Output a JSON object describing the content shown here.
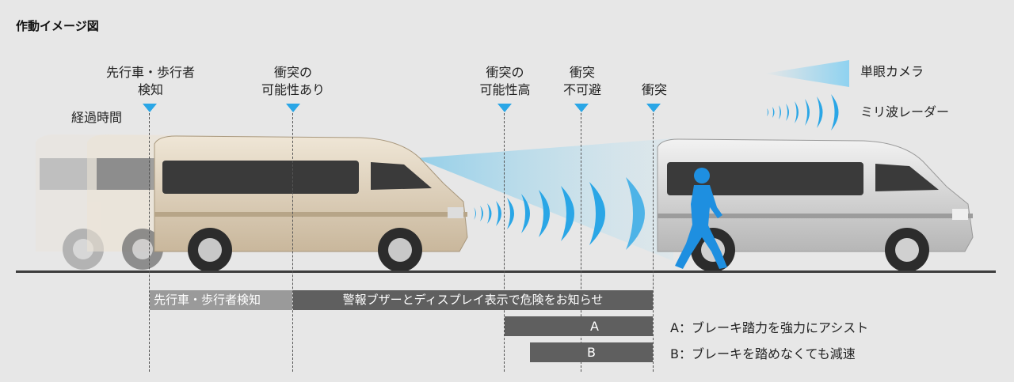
{
  "title": "作動イメージ図",
  "legend": {
    "camera": "単眼カメラ",
    "radar": "ミリ波レーダー"
  },
  "elapsed_label": "経過時間",
  "events": [
    {
      "id": "detect",
      "lines": [
        "先行車・歩行者",
        "検知"
      ]
    },
    {
      "id": "possible",
      "lines": [
        "衝突の",
        "可能性あり"
      ]
    },
    {
      "id": "high",
      "lines": [
        "衝突の",
        "可能性高"
      ]
    },
    {
      "id": "unavoidable",
      "lines": [
        "衝突",
        "不可避"
      ]
    },
    {
      "id": "collision",
      "lines": [
        "衝突"
      ]
    }
  ],
  "bars": {
    "detect": "先行車・歩行者検知",
    "warning": "警報ブザーとディスプレイ表示で危険をお知らせ",
    "a": "A",
    "b": "B"
  },
  "notes": {
    "a": "A：ブレーキ踏力を強力にアシスト",
    "b": "B：ブレーキを踏めなくても減速"
  },
  "colors": {
    "accent": "#2aa6e6",
    "bar_dark": "#5f5f5f",
    "bar_light": "#9a9a9a"
  }
}
